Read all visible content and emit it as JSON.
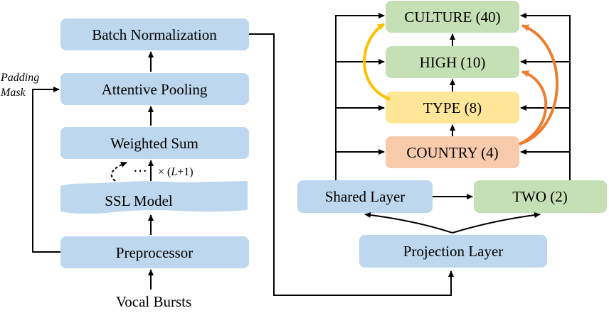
{
  "left": {
    "batch_norm": "Batch Normalization",
    "attentive_pooling": "Attentive Pooling",
    "weighted_sum": "Weighted Sum",
    "ssl_model": "SSL Model",
    "preprocessor": "Preprocessor",
    "input": "Vocal Bursts",
    "padding_mask_line1": "Padding",
    "padding_mask_line2": "Mask",
    "repeat_times": "×",
    "repeat_expr_open": "(",
    "repeat_L": "L",
    "repeat_expr_close": "+1)"
  },
  "right": {
    "culture": "CULTURE (40)",
    "high": "HIGH (10)",
    "type": "TYPE (8)",
    "country": "COUNTRY (4)",
    "shared_layer": "Shared Layer",
    "two": "TWO (2)",
    "projection_layer": "Projection Layer"
  },
  "colors": {
    "blue_box": "#bdd7ee",
    "green_box": "#c5e0b4",
    "yellow_box": "#ffe699",
    "orange_box": "#f8cbad",
    "yellow_arrow": "#ffc000",
    "orange_arrow": "#ed7d31"
  }
}
